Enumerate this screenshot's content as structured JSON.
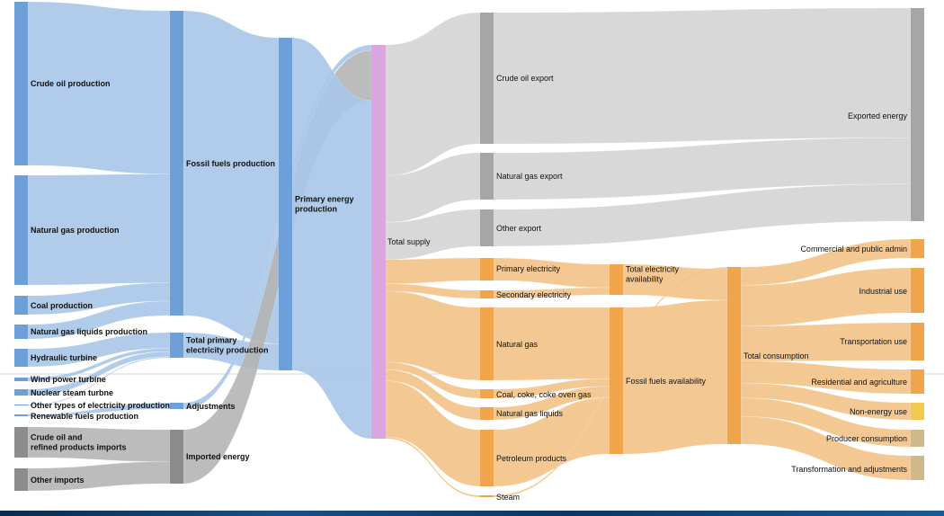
{
  "chart_data": {
    "type": "sankey",
    "title": "",
    "units": "",
    "nodes": [
      {
        "id": "crude_prod",
        "label": "Crude oil production",
        "group": "production"
      },
      {
        "id": "natgas_prod",
        "label": "Natural gas production",
        "group": "production"
      },
      {
        "id": "coal_prod",
        "label": "Coal production",
        "group": "production"
      },
      {
        "id": "ngl_prod",
        "label": "Natural gas liquids production",
        "group": "production"
      },
      {
        "id": "hydro",
        "label": "Hydraulic turbine",
        "group": "production"
      },
      {
        "id": "wind",
        "label": "Wind power turbine",
        "group": "production"
      },
      {
        "id": "nuclear",
        "label": "Nuclear steam turbne",
        "group": "production"
      },
      {
        "id": "other_elec",
        "label": "Other types of electricity production",
        "group": "production"
      },
      {
        "id": "renewable",
        "label": "Renewable fuels production",
        "group": "production"
      },
      {
        "id": "crude_imp",
        "label": "Crude oil and refined products imports",
        "group": "imports"
      },
      {
        "id": "other_imp",
        "label": "Other imports",
        "group": "imports"
      },
      {
        "id": "fossil_prod",
        "label": "Fossil fuels production",
        "group": "production"
      },
      {
        "id": "tot_prim_elec",
        "label": "Total primary electricity production",
        "group": "production"
      },
      {
        "id": "adjustments",
        "label": "Adjustments",
        "group": "production"
      },
      {
        "id": "imported",
        "label": "Imported energy",
        "group": "imports"
      },
      {
        "id": "primary_prod",
        "label": "Primary energy production",
        "group": "production"
      },
      {
        "id": "total_supply",
        "label": "Total supply",
        "group": "supply"
      },
      {
        "id": "crude_exp",
        "label": "Crude oil export",
        "group": "export"
      },
      {
        "id": "natgas_exp",
        "label": "Natural gas export",
        "group": "export"
      },
      {
        "id": "other_exp",
        "label": "Other export",
        "group": "export"
      },
      {
        "id": "prim_elec",
        "label": "Primary electricity",
        "group": "domestic"
      },
      {
        "id": "sec_elec",
        "label": "Secondary electricity",
        "group": "domestic"
      },
      {
        "id": "natgas",
        "label": "Natural gas",
        "group": "domestic"
      },
      {
        "id": "coal_coke",
        "label": "Coal, coke, coke oven gas",
        "group": "domestic"
      },
      {
        "id": "ngl",
        "label": "Natural gas liquids",
        "group": "domestic"
      },
      {
        "id": "petroleum",
        "label": "Petroleum products",
        "group": "domestic"
      },
      {
        "id": "steam",
        "label": "Steam",
        "group": "domestic"
      },
      {
        "id": "exported",
        "label": "Exported energy",
        "group": "export"
      },
      {
        "id": "tot_elec_avail",
        "label": "Total electricity availability",
        "group": "domestic"
      },
      {
        "id": "fossil_avail",
        "label": "Fossil fuels availability",
        "group": "domestic"
      },
      {
        "id": "total_cons",
        "label": "Total consumption",
        "group": "domestic"
      },
      {
        "id": "commercial",
        "label": "Commercial and public admin",
        "group": "domestic"
      },
      {
        "id": "industrial",
        "label": "Industrial use",
        "group": "domestic"
      },
      {
        "id": "transport",
        "label": "Transportation use",
        "group": "domestic"
      },
      {
        "id": "residential",
        "label": "Residential and agriculture",
        "group": "domestic"
      },
      {
        "id": "nonenergy",
        "label": "Non-energy use",
        "group": "nonenergy"
      },
      {
        "id": "producer",
        "label": "Producer consumption",
        "group": "other_use"
      },
      {
        "id": "transformation",
        "label": "Transformation and adjustments",
        "group": "other_use"
      }
    ],
    "links": [
      {
        "source": "crude_prod",
        "target": "fossil_prod",
        "value": 90
      },
      {
        "source": "natgas_prod",
        "target": "fossil_prod",
        "value": 60
      },
      {
        "source": "coal_prod",
        "target": "fossil_prod",
        "value": 10
      },
      {
        "source": "ngl_prod",
        "target": "fossil_prod",
        "value": 8
      },
      {
        "source": "hydro",
        "target": "tot_prim_elec",
        "value": 9
      },
      {
        "source": "wind",
        "target": "tot_prim_elec",
        "value": 2
      },
      {
        "source": "nuclear",
        "target": "tot_prim_elec",
        "value": 3
      },
      {
        "source": "other_elec",
        "target": "tot_prim_elec",
        "value": 0.6
      },
      {
        "source": "renewable",
        "target": "adjustments",
        "value": 1
      },
      {
        "source": "crude_imp",
        "target": "imported",
        "value": 16
      },
      {
        "source": "other_imp",
        "target": "imported",
        "value": 11
      },
      {
        "source": "fossil_prod",
        "target": "primary_prod",
        "value": 168
      },
      {
        "source": "tot_prim_elec",
        "target": "primary_prod",
        "value": 14.6
      },
      {
        "source": "adjustments",
        "target": "total_supply",
        "value": 3
      },
      {
        "source": "imported",
        "target": "total_supply",
        "value": 27
      },
      {
        "source": "primary_prod",
        "target": "total_supply",
        "value": 182.6
      },
      {
        "source": "total_supply",
        "target": "crude_exp",
        "value": 70
      },
      {
        "source": "total_supply",
        "target": "natgas_exp",
        "value": 25
      },
      {
        "source": "total_supply",
        "target": "other_exp",
        "value": 20
      },
      {
        "source": "total_supply",
        "target": "prim_elec",
        "value": 13
      },
      {
        "source": "total_supply",
        "target": "sec_elec",
        "value": 4
      },
      {
        "source": "total_supply",
        "target": "natgas",
        "value": 38
      },
      {
        "source": "total_supply",
        "target": "coal_coke",
        "value": 4
      },
      {
        "source": "total_supply",
        "target": "ngl",
        "value": 6
      },
      {
        "source": "total_supply",
        "target": "petroleum",
        "value": 30
      },
      {
        "source": "total_supply",
        "target": "steam",
        "value": 1
      },
      {
        "source": "crude_exp",
        "target": "exported",
        "value": 70
      },
      {
        "source": "natgas_exp",
        "target": "exported",
        "value": 25
      },
      {
        "source": "other_exp",
        "target": "exported",
        "value": 20
      },
      {
        "source": "prim_elec",
        "target": "tot_elec_avail",
        "value": 13
      },
      {
        "source": "sec_elec",
        "target": "tot_elec_avail",
        "value": 4
      },
      {
        "source": "natgas",
        "target": "fossil_avail",
        "value": 38
      },
      {
        "source": "coal_coke",
        "target": "fossil_avail",
        "value": 4
      },
      {
        "source": "ngl",
        "target": "fossil_avail",
        "value": 6
      },
      {
        "source": "petroleum",
        "target": "fossil_avail",
        "value": 30
      },
      {
        "source": "steam",
        "target": "total_cons",
        "value": 1
      },
      {
        "source": "tot_elec_avail",
        "target": "total_cons",
        "value": 17
      },
      {
        "source": "fossil_avail",
        "target": "total_cons",
        "value": 78
      },
      {
        "source": "total_cons",
        "target": "commercial",
        "value": 10
      },
      {
        "source": "total_cons",
        "target": "industrial",
        "value": 22
      },
      {
        "source": "total_cons",
        "target": "transport",
        "value": 19
      },
      {
        "source": "total_cons",
        "target": "residential",
        "value": 12
      },
      {
        "source": "total_cons",
        "target": "nonenergy",
        "value": 8
      },
      {
        "source": "total_cons",
        "target": "producer",
        "value": 10
      },
      {
        "source": "total_cons",
        "target": "transformation",
        "value": 15
      }
    ],
    "colors": {
      "production": "#a9c6e8",
      "production_node": "#6f9fd8",
      "imports": "#b5b5b5",
      "imports_node": "#8c8c8c",
      "supply_node": "#dba6df",
      "export": "#d4d4d4",
      "export_node": "#a6a6a6",
      "domestic": "#f3c286",
      "domestic_node": "#f0a54d",
      "nonenergy": "#f5de96",
      "nonenergy_node": "#f2c94c",
      "other_use": "#e6d6b0",
      "other_use_node": "#cfb88a"
    }
  }
}
